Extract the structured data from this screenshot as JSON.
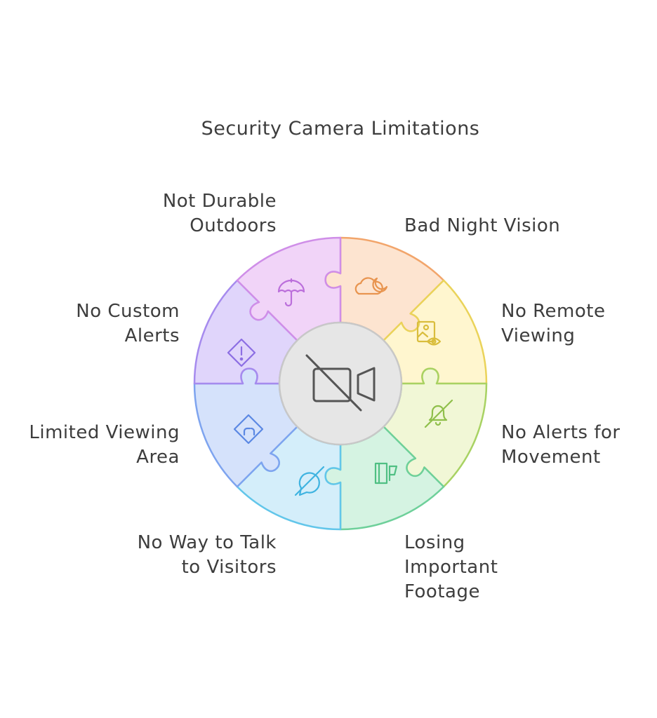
{
  "title": "Security Camera Limitations",
  "center_icon": "video-off-icon",
  "segments": [
    {
      "id": "bad-night-vision",
      "lines": [
        "Bad Night Vision"
      ],
      "icon": "cloud-moon-icon",
      "fill": "#fde4d0",
      "stroke": "#f2a56b",
      "icon_color": "#e8944f"
    },
    {
      "id": "no-remote-viewing",
      "lines": [
        "No Remote",
        "Viewing"
      ],
      "icon": "image-eye-icon",
      "fill": "#fff6cf",
      "stroke": "#ead35a",
      "icon_color": "#d9bd3c"
    },
    {
      "id": "no-alerts-for-movement",
      "lines": [
        "No Alerts for",
        "Movement"
      ],
      "icon": "bell-off-icon",
      "fill": "#f1f7d6",
      "stroke": "#a8d263",
      "icon_color": "#8fbf4a"
    },
    {
      "id": "losing-important-footage",
      "lines": [
        "Losing",
        "Important",
        "Footage"
      ],
      "icon": "footage-icon",
      "fill": "#d5f3e2",
      "stroke": "#6ed09a",
      "icon_color": "#4fbf83"
    },
    {
      "id": "no-way-to-talk-to-visitors",
      "lines": [
        "No Way to Talk",
        "to Visitors"
      ],
      "icon": "message-off-icon",
      "fill": "#d4eefa",
      "stroke": "#62c6ea",
      "icon_color": "#3fb3e0"
    },
    {
      "id": "limited-viewing-area",
      "lines": [
        "Limited Viewing",
        "Area"
      ],
      "icon": "direction-sign-icon",
      "fill": "#d5e2fb",
      "stroke": "#7ea4ef",
      "icon_color": "#5b88e3"
    },
    {
      "id": "no-custom-alerts",
      "lines": [
        "No Custom",
        "Alerts"
      ],
      "icon": "warning-diamond-icon",
      "fill": "#e0d5fb",
      "stroke": "#a68bee",
      "icon_color": "#8c6ee3"
    },
    {
      "id": "not-durable-outdoors",
      "lines": [
        "Not Durable",
        "Outdoors"
      ],
      "icon": "umbrella-icon",
      "fill": "#f1d4f8",
      "stroke": "#cf8ee8",
      "icon_color": "#bb6fdb"
    }
  ]
}
